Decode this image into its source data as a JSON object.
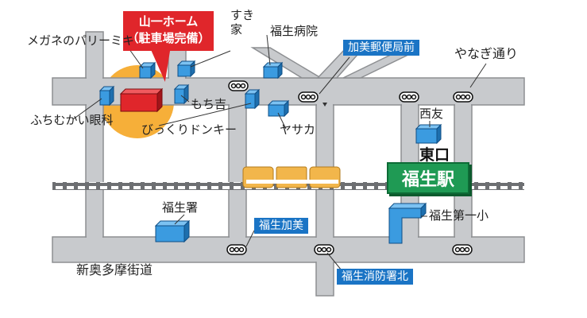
{
  "property_callout": {
    "line1": "山一ホーム",
    "line2": "（駐車場完備）"
  },
  "landmarks": {
    "megane": "メガネのパリーミキ",
    "sukiya": "すき家",
    "hospital": "福生病院",
    "post_office": "加美郵便局前",
    "yanagi_street": "やなぎ通り",
    "fuchimukai": "ふちむかい眼科",
    "mochikichi": "もち吉",
    "donki": "びっくりドンキー",
    "yasaka": "ヤサカ",
    "saiyu": "西友",
    "east_exit": "東口",
    "station": "福生駅",
    "police": "福生署",
    "fussa_kami": "福生加美",
    "school": "福生第一小",
    "new_okutama": "新奥多摩街道",
    "fire_station": "福生消防署北"
  },
  "colors": {
    "road": "#c8cacd",
    "road_outline": "#8d8f92",
    "building_blue": "#3b9be0",
    "property_red": "#e0262b",
    "highlight_orange": "#f5a623",
    "station_green": "#1f9a54",
    "tag_blue": "#1a74c5",
    "train": "#f2b64b"
  }
}
